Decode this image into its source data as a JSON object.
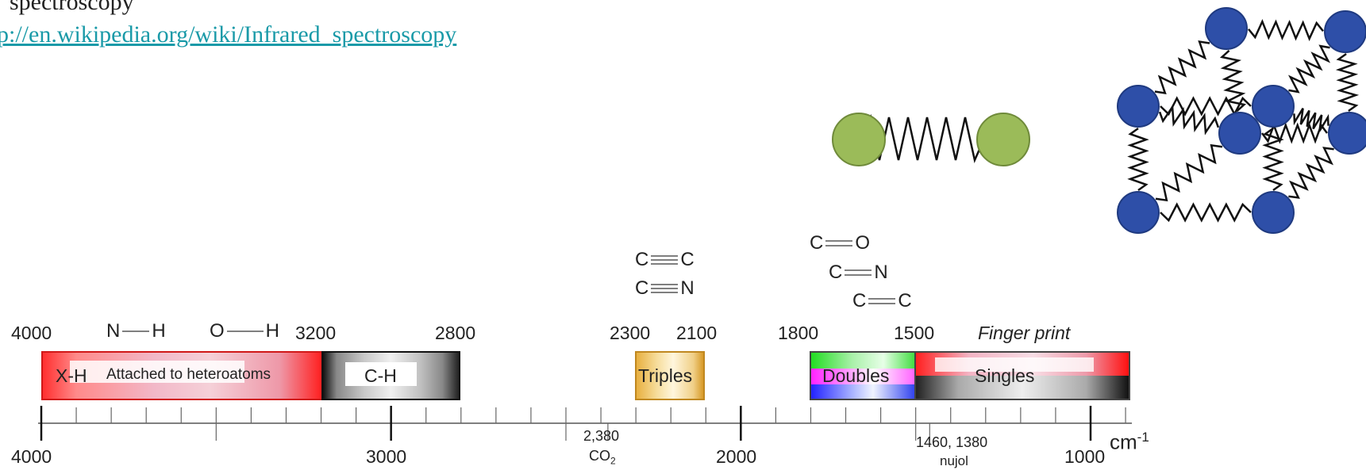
{
  "header": {
    "line1": "spectroscopy",
    "link": "p://en.wikipedia.org/wiki/Infrared_spectroscopy"
  },
  "bonds": {
    "nh_left": "N",
    "nh_right": "H",
    "oh_left": "O",
    "oh_right": "H",
    "cc_triple_left": "C",
    "cc_triple_right": "C",
    "cn_triple_left": "C",
    "cn_triple_right": "N",
    "co_double_left": "C",
    "co_double_right": "O",
    "cn_double_left": "C",
    "cn_double_right": "N",
    "cc_double_left": "C",
    "cc_double_right": "C"
  },
  "top_labels": {
    "l4000": "4000",
    "l3200": "3200",
    "l2800": "2800",
    "l2300": "2300",
    "l2100": "2100",
    "l1800": "1800",
    "l1500": "1500",
    "fingerprint": "Finger print"
  },
  "bands": {
    "xh": "X-H",
    "attached": "Attached to heteroatoms",
    "ch": "C-H",
    "triples": "Triples",
    "doubles": "Doubles",
    "singles": "Singles"
  },
  "axis": {
    "l4000": "4000",
    "l3000": "3000",
    "l2000": "2000",
    "l1000": "1000",
    "co2_value": "2,380",
    "co2_label": "CO",
    "co2_sub": "2",
    "nujol_value": "1460, 1380",
    "nujol_label": "nujol",
    "unit": "cm",
    "unit_sup": "-1"
  },
  "colors": {
    "link": "#1a9aa8",
    "diatomic_atom": "#9bbb59",
    "lattice_atom": "#2e4fa8",
    "band_red": "#ff2020",
    "band_triples": "#e0a030"
  }
}
